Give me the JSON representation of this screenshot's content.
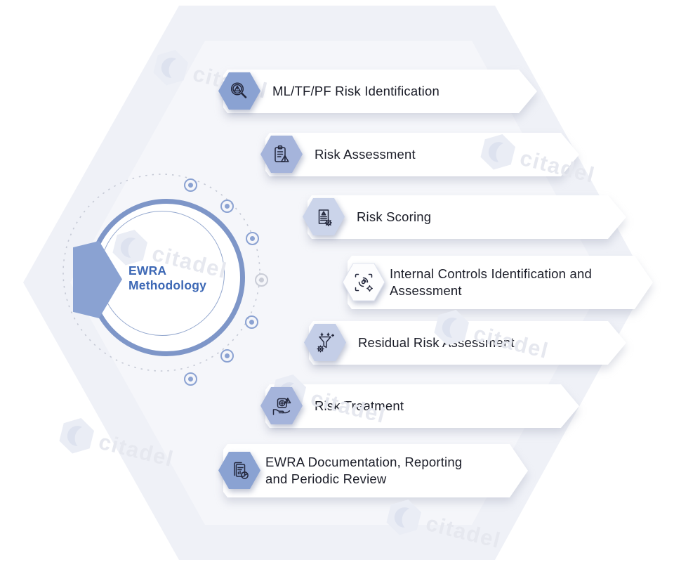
{
  "watermark": {
    "text": "citadel"
  },
  "center_badge": {
    "line1": "EWRA",
    "line2": "Methodology"
  },
  "steps": [
    {
      "label": "ML/TF/PF Risk Identification",
      "icon": "magnifier-warning-icon",
      "hex_fill": "#8AA2D2",
      "hex_stroke": "none"
    },
    {
      "label": "Risk Assessment",
      "icon": "clipboard-warning-icon",
      "hex_fill": "#A5B4DB",
      "hex_stroke": "none"
    },
    {
      "label": "Risk Scoring",
      "icon": "document-gear-icon",
      "hex_fill": "#CBD4EA",
      "hex_stroke": "none"
    },
    {
      "label": "Internal Controls Identification and Assessment",
      "icon": "fingerprint-scan-icon",
      "hex_fill": "#FDFDFE",
      "hex_stroke": "#DFE3EE"
    },
    {
      "label": "Residual Risk Assessment",
      "icon": "funnel-gear-icon",
      "hex_fill": "#C4CEE7",
      "hex_stroke": "none"
    },
    {
      "label": "Risk Treatment",
      "icon": "hand-care-icon",
      "hex_fill": "#A5B4DB",
      "hex_stroke": "none"
    },
    {
      "label": "EWRA Documentation, Reporting and Periodic Review",
      "icon": "documents-piechart-icon",
      "hex_fill": "#8AA2D2",
      "hex_stroke": "none"
    }
  ],
  "colors": {
    "accent_text": "#3D68B5",
    "ring": "#7E96C8",
    "ring_inner": "#93A7CE",
    "arrow": "#8AA2D2",
    "step_text": "#1B1D28",
    "icon_stroke": "#23273C",
    "banner_bg": "#FFFFFF",
    "bg_hex": "#EFF1F7",
    "bg_hex_inner": "#F5F6FA",
    "wm_hex": "#EAEDF5",
    "wm_crescent": "#DDE2EF",
    "wm_text": "#E6E8EF",
    "dot_blue": "#8BA2D2",
    "dot_gray": "#C9CCD6",
    "dash_ring": "#C5C9D5"
  }
}
